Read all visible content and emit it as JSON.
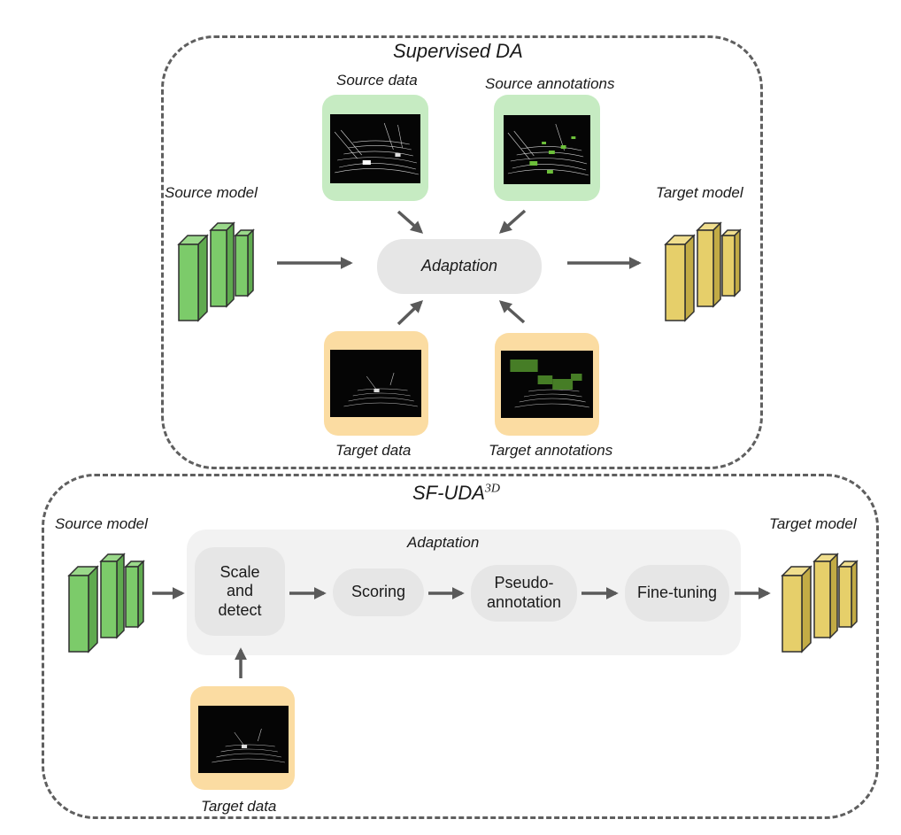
{
  "supervised": {
    "title": "Supervised DA",
    "source_data_label": "Source data",
    "source_annotations_label": "Source annotations",
    "source_model_label": "Source model",
    "target_model_label": "Target model",
    "adaptation_label": "Adaptation",
    "target_data_label": "Target data",
    "target_annotations_label": "Target annotations"
  },
  "sfuda": {
    "title_main": "SF-UDA",
    "title_sup": "3D",
    "source_model_label": "Source model",
    "target_model_label": "Target model",
    "panel_label": "Adaptation",
    "steps": {
      "scale_detect": "Scale\nand\ndetect",
      "scoring": "Scoring",
      "pseudo": "Pseudo-\nannotation",
      "finetune": "Fine-tuning"
    },
    "target_data_label": "Target data"
  },
  "colors": {
    "source_model": "#7ccb6a",
    "target_model": "#e6cf6a",
    "source_tile": "#c6ebc2",
    "target_tile": "#fbdca2",
    "arrow": "#5a5a5a",
    "dashed_frame": "#5f5f5f"
  }
}
